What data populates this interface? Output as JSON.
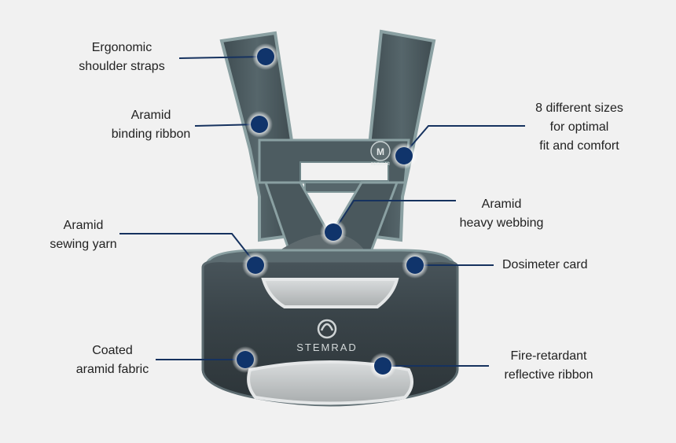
{
  "brand_mark": "STEMRAD",
  "size_badge": "M",
  "size_badge_sub": "REGULAR",
  "callouts": [
    {
      "lines": [
        "Ergonomic",
        "shoulder straps"
      ]
    },
    {
      "lines": [
        "Aramid",
        "binding ribbon"
      ]
    },
    {
      "lines": [
        "8 different sizes",
        "for optimal",
        "fit and comfort"
      ]
    },
    {
      "lines": [
        "Aramid",
        "heavy webbing"
      ]
    },
    {
      "lines": [
        "Aramid",
        "sewing yarn"
      ]
    },
    {
      "lines": [
        "Dosimeter card"
      ]
    },
    {
      "lines": [
        "Coated",
        "aramid fabric"
      ]
    },
    {
      "lines": [
        "Fire-retardant",
        "reflective ribbon"
      ]
    }
  ],
  "colors": {
    "background": "#f1f1f1",
    "strap": "#4f5e63",
    "strap_edge": "#7f9698",
    "vest_body": "#3a4448",
    "reflective": "#bfc3c4",
    "marker": "#10346b",
    "leader": "#16325f",
    "label_text": "#222222"
  }
}
